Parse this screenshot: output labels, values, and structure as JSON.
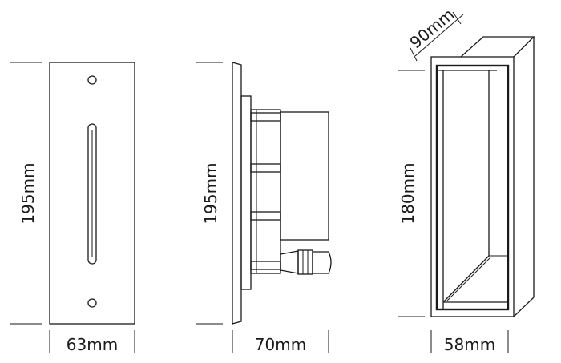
{
  "front_view": {
    "height_label": "195mm",
    "width_label": "63mm"
  },
  "side_view": {
    "height_label": "195mm",
    "depth_label": "70mm"
  },
  "box_view": {
    "depth_label": "90mm",
    "height_label": "180mm",
    "width_label": "58mm"
  }
}
